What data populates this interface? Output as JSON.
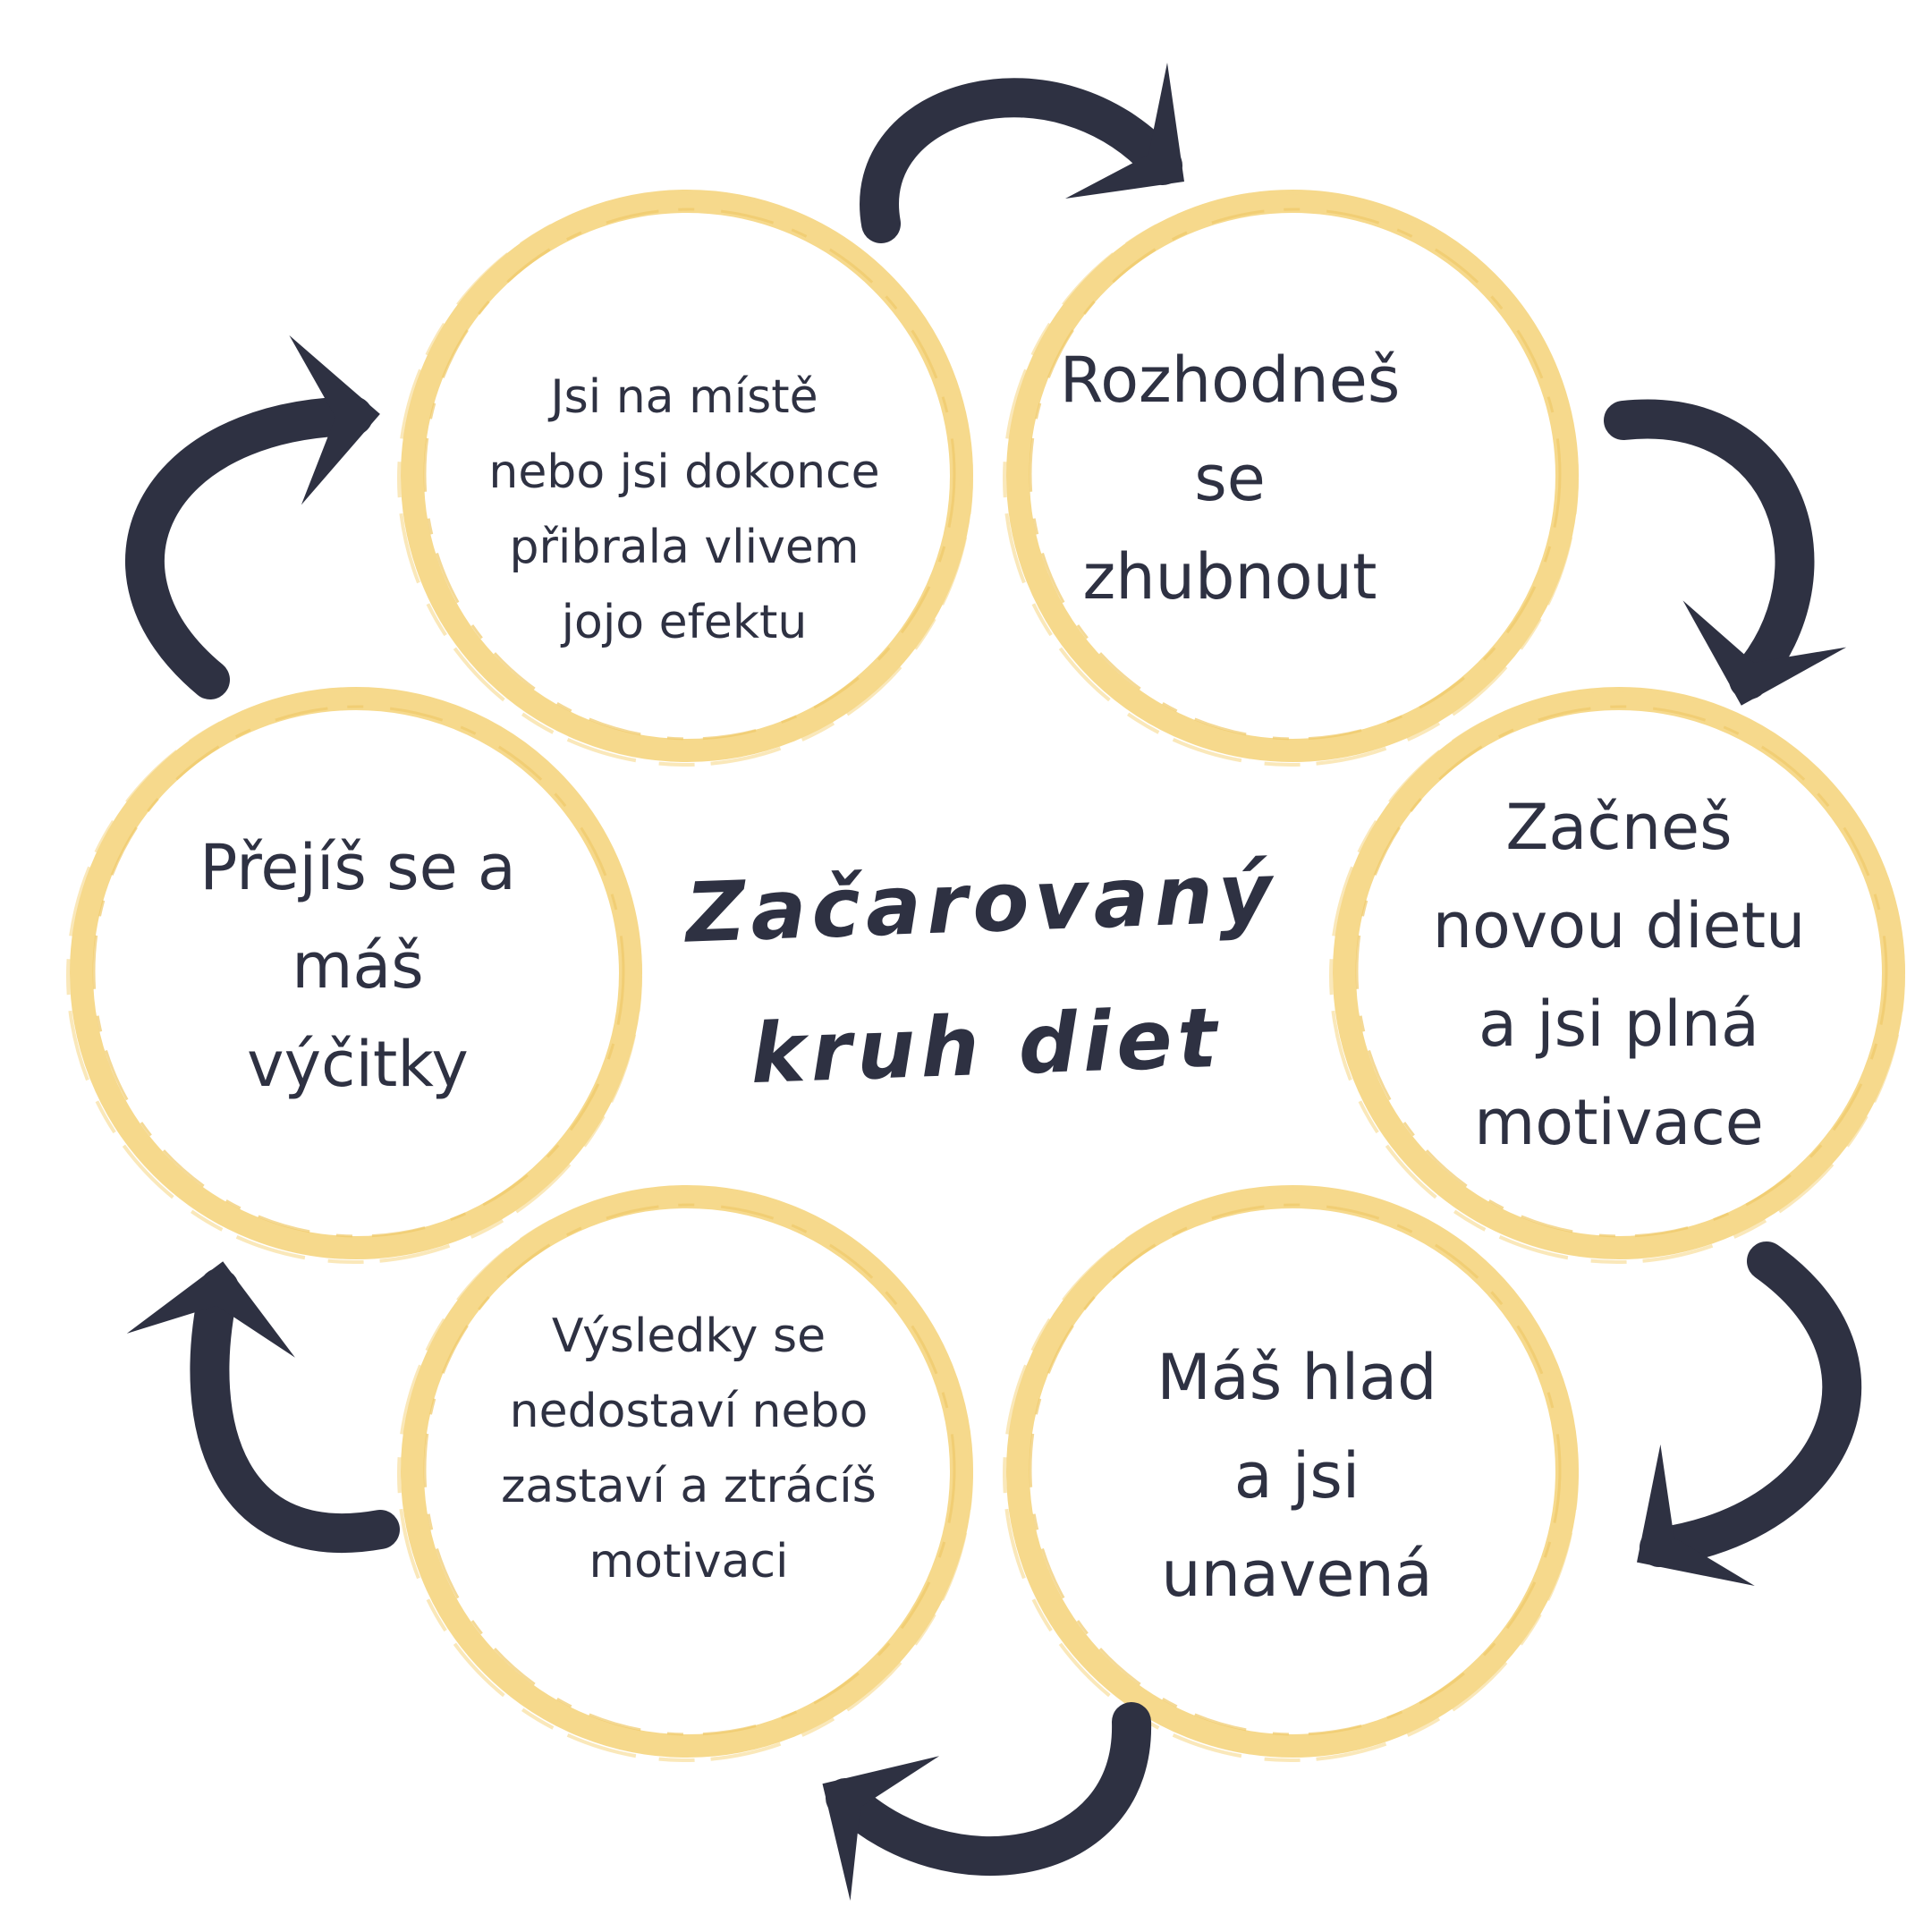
{
  "colors": {
    "ring": "#f6d98c",
    "ring_dark": "#efc96a",
    "arrow": "#2e3142",
    "text": "#2e3142"
  },
  "title": {
    "line1": "Začarovaný",
    "line2": "kruh diet"
  },
  "steps": [
    {
      "id": "decide",
      "text": "Rozhodneš\nse\nzhubnout"
    },
    {
      "id": "start",
      "text": "Začneš\nnovou dietu\na jsi plná\nmotivace"
    },
    {
      "id": "hunger",
      "text": "Máš hlad\na jsi\nunavená"
    },
    {
      "id": "results",
      "text": "Výsledky se\nnedostaví nebo\nzastaví a ztrácíš\nmotivaci"
    },
    {
      "id": "overeat",
      "text": "Přejíš se a\nmáš\nvýčitky"
    },
    {
      "id": "same-place",
      "text": "Jsi na místě\nnebo jsi dokonce\npřibrala vlivem\njojo efektu"
    }
  ]
}
